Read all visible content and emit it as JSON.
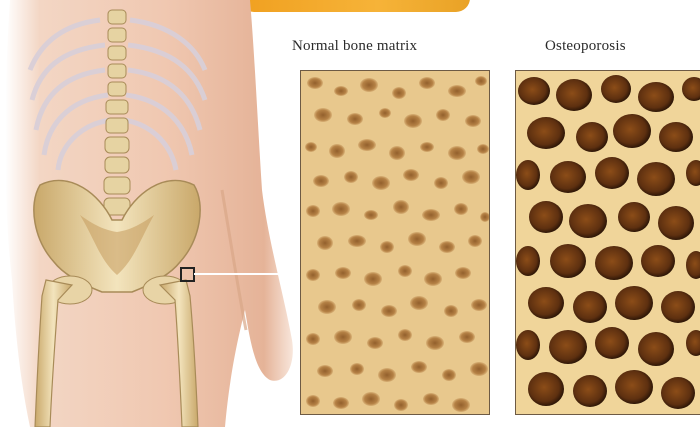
{
  "figure": {
    "panels": [
      {
        "id": "normal",
        "label": "Normal bone matrix"
      },
      {
        "id": "osteoporosis",
        "label": "Osteoporosis"
      }
    ],
    "colors": {
      "skin_light": "#f6dccb",
      "skin_mid": "#e8b49a",
      "bone": "#ead7a6",
      "bone_shadow": "#c9a86a",
      "normal_matrix": "#e8c88d",
      "normal_pore": "#b07a3e",
      "osteo_matrix": "#f0d59a",
      "osteo_pore": "#6a3a12",
      "callout": "#ffffff",
      "title_accent": "#f4ad2e"
    }
  }
}
